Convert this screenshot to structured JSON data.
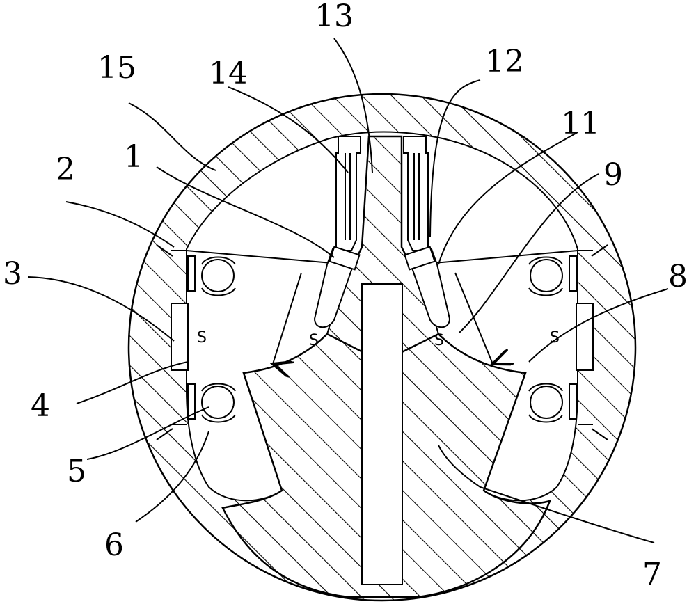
{
  "diagram": {
    "labels": [
      {
        "id": "1",
        "text": "1"
      },
      {
        "id": "2",
        "text": "2"
      },
      {
        "id": "3",
        "text": "3"
      },
      {
        "id": "4",
        "text": "4"
      },
      {
        "id": "5",
        "text": "5"
      },
      {
        "id": "6",
        "text": "6"
      },
      {
        "id": "7",
        "text": "7"
      },
      {
        "id": "8",
        "text": "8"
      },
      {
        "id": "9",
        "text": "9"
      },
      {
        "id": "11",
        "text": "11"
      },
      {
        "id": "12",
        "text": "12"
      },
      {
        "id": "13",
        "text": "13"
      },
      {
        "id": "14",
        "text": "14"
      },
      {
        "id": "15",
        "text": "15"
      }
    ],
    "pole_marks": [
      {
        "id": "s-left-magnet",
        "text": "S"
      },
      {
        "id": "s-left-insert",
        "text": "S"
      },
      {
        "id": "s-right-insert",
        "text": "S"
      },
      {
        "id": "s-right-magnet",
        "text": "S"
      }
    ]
  }
}
